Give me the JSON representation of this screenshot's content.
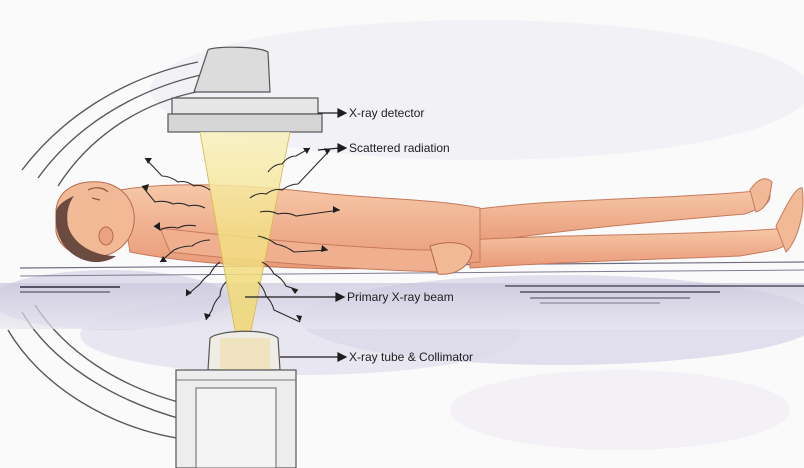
{
  "labels": {
    "detector": "X-ray detector",
    "scatter": "Scattered radiation",
    "beam": "Primary X-ray beam",
    "tube": "X-ray tube & Collimator"
  },
  "colors": {
    "background": "#fbfafa",
    "wash": "#dcd8ea",
    "skin": "#f2b996",
    "skin_shadow": "#e0906e",
    "beam": "#f6e7a0",
    "hair": "#6b4b40",
    "machine_outline": "#6f6f6f",
    "table": "#8e8ea4",
    "ink": "#1e1e1e"
  }
}
